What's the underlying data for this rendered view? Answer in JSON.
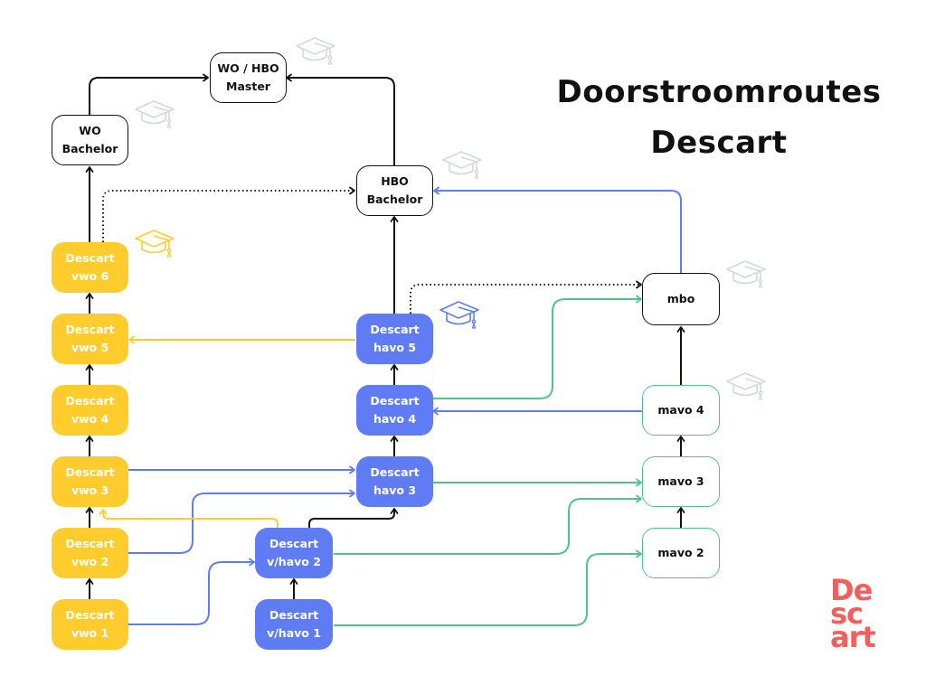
{
  "title": {
    "line1": "Doorstroomroutes",
    "line2": "Descart"
  },
  "logo": {
    "line1": "De",
    "line2": "sc",
    "line3": "art"
  },
  "colors": {
    "descart_vwo": "#ffcc2e",
    "descart_havo": "#5f7cf5",
    "mavo_route": "#4fc48a",
    "general": "#111111",
    "diploma_icon_default": "#d3d7de",
    "logo": "#f25f5c"
  },
  "nodes": {
    "wo_hbo_master": {
      "line1": "WO / HBO",
      "line2": "Master"
    },
    "wo_bachelor": {
      "line1": "WO",
      "line2": "Bachelor"
    },
    "hbo_bachelor": {
      "line1": "HBO",
      "line2": "Bachelor"
    },
    "mbo": {
      "line1": "mbo"
    },
    "vwo6": {
      "line1": "Descart",
      "line2": "vwo 6"
    },
    "vwo5": {
      "line1": "Descart",
      "line2": "vwo 5"
    },
    "vwo4": {
      "line1": "Descart",
      "line2": "vwo 4"
    },
    "vwo3": {
      "line1": "Descart",
      "line2": "vwo 3"
    },
    "vwo2": {
      "line1": "Descart",
      "line2": "vwo 2"
    },
    "vwo1": {
      "line1": "Descart",
      "line2": "vwo 1"
    },
    "havo5": {
      "line1": "Descart",
      "line2": "havo 5"
    },
    "havo4": {
      "line1": "Descart",
      "line2": "havo 4"
    },
    "havo3": {
      "line1": "Descart",
      "line2": "havo 3"
    },
    "vhavo2": {
      "line1": "Descart",
      "line2": "v/havo 2"
    },
    "vhavo1": {
      "line1": "Descart",
      "line2": "v/havo 1"
    },
    "mavo4": {
      "line1": "mavo 4"
    },
    "mavo3": {
      "line1": "mavo 3"
    },
    "mavo2": {
      "line1": "mavo 2"
    }
  },
  "edges": [
    {
      "from": "wo_bachelor",
      "to": "wo_hbo_master",
      "color": "general",
      "style": "solid"
    },
    {
      "from": "hbo_bachelor",
      "to": "wo_hbo_master",
      "color": "general",
      "style": "solid"
    },
    {
      "from": "vwo6",
      "to": "wo_bachelor",
      "color": "general",
      "style": "solid"
    },
    {
      "from": "vwo6",
      "to": "hbo_bachelor",
      "color": "general",
      "style": "dotted"
    },
    {
      "from": "havo5",
      "to": "hbo_bachelor",
      "color": "general",
      "style": "solid"
    },
    {
      "from": "mbo",
      "to": "hbo_bachelor",
      "color": "descart_havo",
      "style": "solid"
    },
    {
      "from": "havo5",
      "to": "mbo",
      "color": "general",
      "style": "dotted"
    },
    {
      "from": "havo4",
      "to": "mbo",
      "color": "mavo_route",
      "style": "solid"
    },
    {
      "from": "mavo4",
      "to": "mbo",
      "color": "general",
      "style": "solid"
    },
    {
      "from": "havo5",
      "to": "vwo5",
      "color": "descart_vwo",
      "style": "solid"
    },
    {
      "from": "vwo5",
      "to": "vwo6",
      "color": "general",
      "style": "solid"
    },
    {
      "from": "vwo4",
      "to": "vwo5",
      "color": "general",
      "style": "solid"
    },
    {
      "from": "vwo3",
      "to": "vwo4",
      "color": "general",
      "style": "solid"
    },
    {
      "from": "vwo2",
      "to": "vwo3",
      "color": "general",
      "style": "solid"
    },
    {
      "from": "vwo1",
      "to": "vwo2",
      "color": "general",
      "style": "solid"
    },
    {
      "from": "havo4",
      "to": "havo5",
      "color": "general",
      "style": "solid"
    },
    {
      "from": "havo3",
      "to": "havo4",
      "color": "general",
      "style": "solid"
    },
    {
      "from": "mavo4",
      "to": "havo4",
      "color": "descart_havo",
      "style": "solid"
    },
    {
      "from": "vwo3",
      "to": "havo3",
      "color": "descart_havo",
      "style": "solid"
    },
    {
      "from": "vwo2",
      "to": "havo3",
      "color": "descart_havo",
      "style": "solid"
    },
    {
      "from": "vhavo2",
      "to": "vwo3",
      "color": "descart_vwo",
      "style": "solid"
    },
    {
      "from": "vhavo2",
      "to": "havo3",
      "color": "general",
      "style": "solid"
    },
    {
      "from": "vwo1",
      "to": "vhavo2",
      "color": "descart_havo",
      "style": "solid"
    },
    {
      "from": "vhavo1",
      "to": "vhavo2",
      "color": "general",
      "style": "solid"
    },
    {
      "from": "havo3",
      "to": "mavo3",
      "color": "mavo_route",
      "style": "solid"
    },
    {
      "from": "vhavo2",
      "to": "mavo3",
      "color": "mavo_route",
      "style": "solid"
    },
    {
      "from": "vhavo1",
      "to": "mavo2",
      "color": "mavo_route",
      "style": "solid"
    },
    {
      "from": "mavo3",
      "to": "mavo4",
      "color": "general",
      "style": "solid"
    },
    {
      "from": "mavo2",
      "to": "mavo3",
      "color": "general",
      "style": "solid"
    }
  ],
  "diploma_icons": [
    {
      "near": "wo_hbo_master",
      "color": "diploma_icon_default"
    },
    {
      "near": "wo_bachelor",
      "color": "diploma_icon_default"
    },
    {
      "near": "hbo_bachelor",
      "color": "diploma_icon_default"
    },
    {
      "near": "vwo6",
      "color": "descart_vwo"
    },
    {
      "near": "havo5",
      "color": "descart_havo"
    },
    {
      "near": "mbo",
      "color": "diploma_icon_default"
    },
    {
      "near": "mavo4",
      "color": "diploma_icon_default"
    }
  ]
}
